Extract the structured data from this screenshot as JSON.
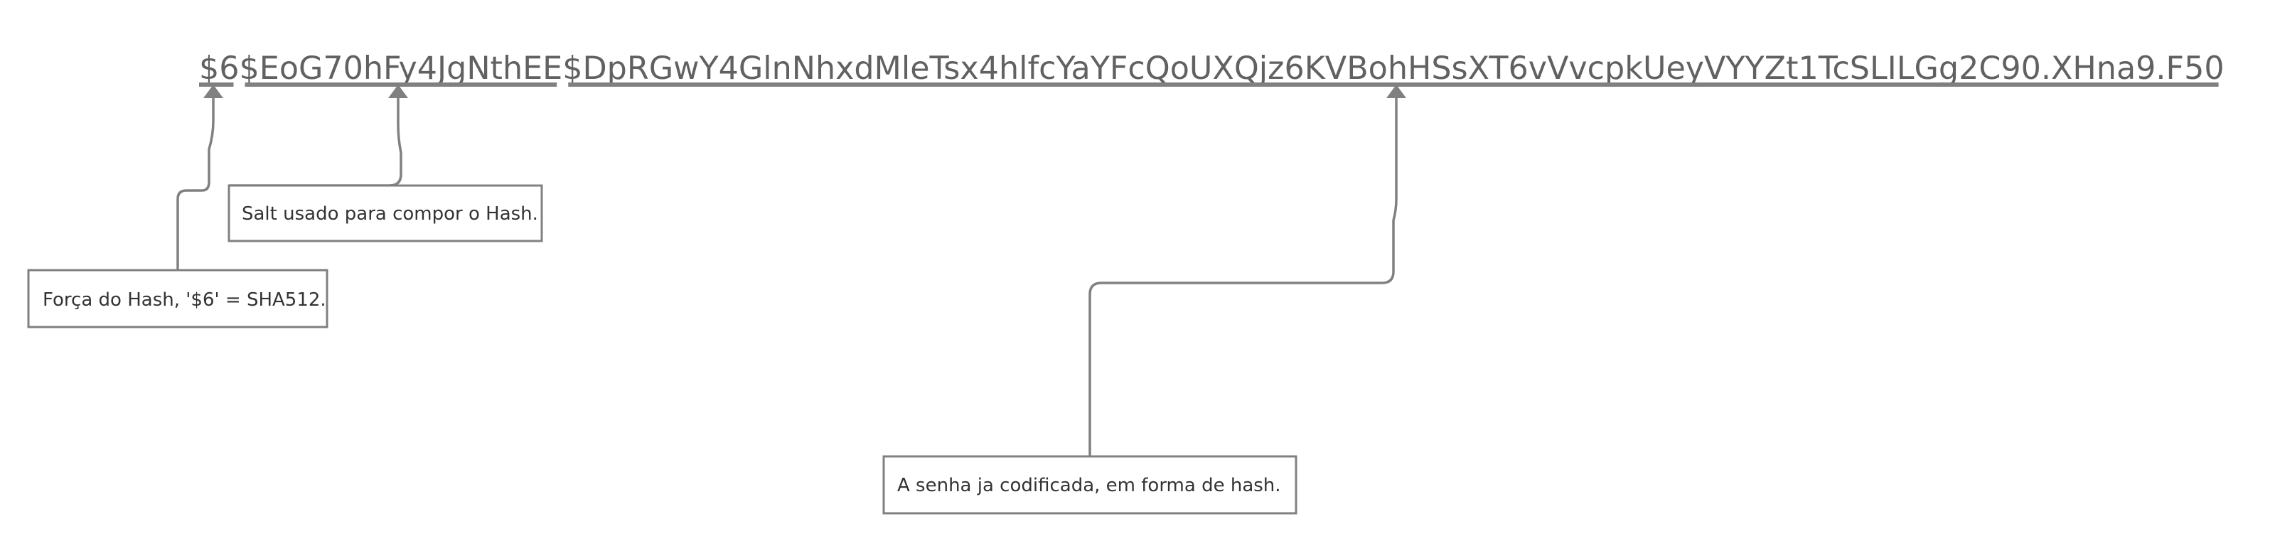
{
  "hash": {
    "strength": "$6",
    "salt": "$EoG70hFy4JgNthEE",
    "encoded": "$DpRGwY4GlnNhxdMleTsx4hlfcYaYFcQoUXQjz6KVBohHSsXT6vVvcpkUeyVYYZt1TcSLILGg2C90.XHna9.F50"
  },
  "annotations": {
    "strength_label": "Força do Hash, '$6' = SHA512.",
    "salt_label": "Salt usado para  compor o Hash.",
    "encoded_label": "A senha ja codificada, em forma de hash."
  },
  "colors": {
    "line": "#808080",
    "hash_text": "#616161",
    "label_text": "#333333"
  }
}
